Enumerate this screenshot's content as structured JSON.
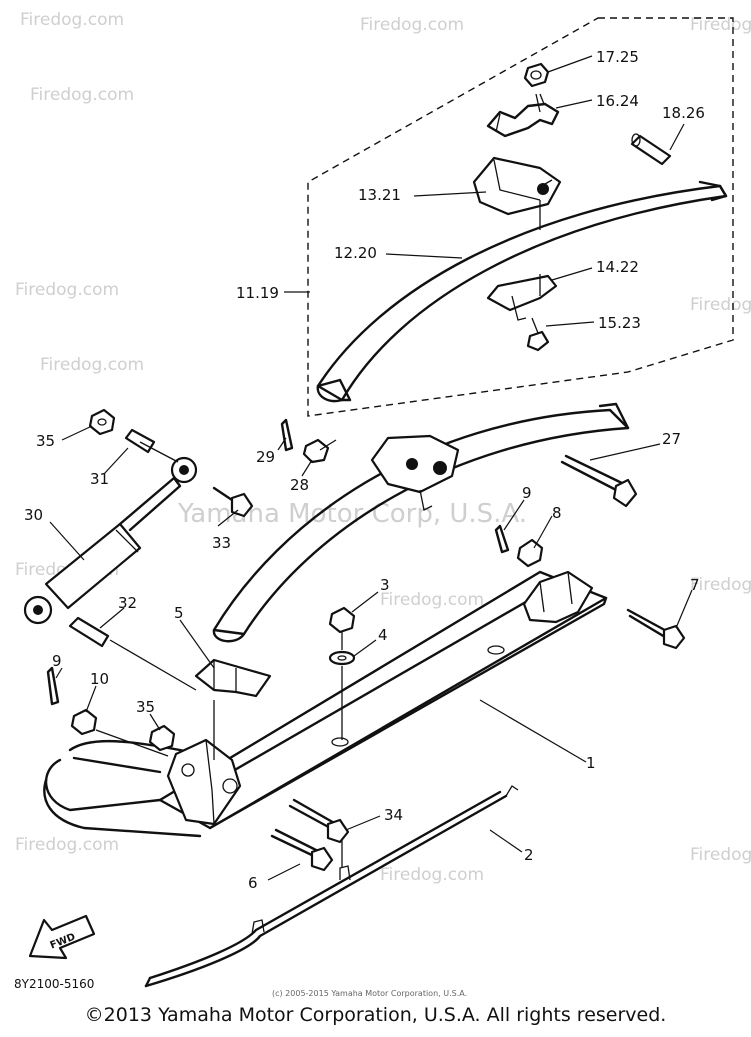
{
  "watermarks": {
    "site": "Firedog.com",
    "center": "Yamaha Motor Corp, U.S.A."
  },
  "diagram_code": "8Y2100-5160",
  "small_copyright": "(c) 2005-2015 Yamaha Motor Corporation, U.S.A.",
  "footer_copyright": "©2013 Yamaha Motor Corporation, U.S.A. All rights reserved.",
  "fwd_label": "FWD",
  "callouts": {
    "c17": "17.25",
    "c16": "16.24",
    "c18": "18.26",
    "c13": "13.21",
    "c12": "12.20",
    "c14": "14.22",
    "c11": "11.19",
    "c15": "15.23",
    "c35a": "35",
    "c31": "31",
    "c29": "29",
    "c28": "28",
    "c27": "27",
    "c9a": "9",
    "c8": "8",
    "c30": "30",
    "c33": "33",
    "c32": "32",
    "c5": "5",
    "c3": "3",
    "c4": "4",
    "c7": "7",
    "c9b": "9",
    "c10": "10",
    "c35b": "35",
    "c1": "1",
    "c34": "34",
    "c2": "2",
    "c6": "6"
  }
}
